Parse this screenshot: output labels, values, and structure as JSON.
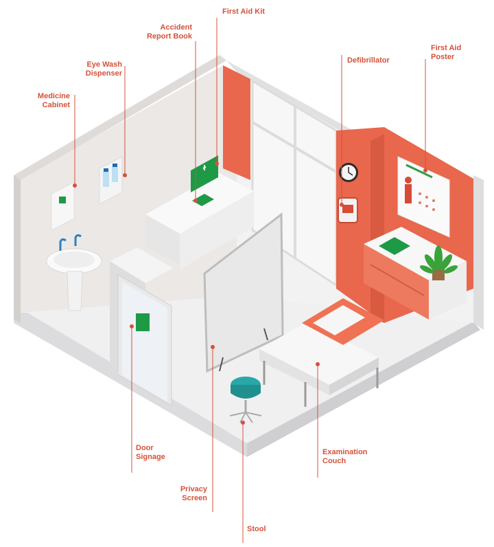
{
  "labels": {
    "accident_report_book": [
      "Accident",
      "Report Book"
    ],
    "first_aid_kit": [
      "First Aid Kit"
    ],
    "eye_wash_dispenser": [
      "Eye Wash",
      "Dispenser"
    ],
    "medicine_cabinet": [
      "Medicine",
      "Cabinet"
    ],
    "defibrillator": [
      "Defibrillator"
    ],
    "first_aid_poster": [
      "First Aid",
      "Poster"
    ],
    "door_signage": [
      "Door",
      "Signage"
    ],
    "privacy_screen": [
      "Privacy",
      "Screen"
    ],
    "stool": [
      "Stool"
    ],
    "examination_couch": [
      "Examination",
      "Couch"
    ]
  },
  "colors": {
    "label": "#d4513a",
    "accent_wall": "#e8674d",
    "green_sign": "#1e9a46",
    "stool_teal": "#2aa7a8"
  }
}
